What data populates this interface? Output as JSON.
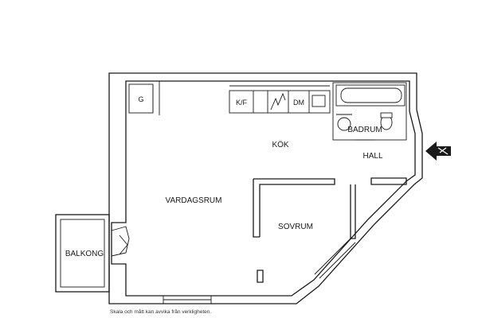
{
  "rooms": {
    "kitchen": "KÖK",
    "hall": "HALL",
    "bathroom": "BADRUM",
    "living_room": "VARDAGSRUM",
    "bedroom": "SOVRUM",
    "balcony": "BALKONG"
  },
  "fixtures": {
    "g": "G",
    "kf": "K/F",
    "dm": "DM"
  },
  "footnote": "Skala och mått kan avvika från verkligheten.",
  "entrance_icon": "entrance-arrow-icon"
}
